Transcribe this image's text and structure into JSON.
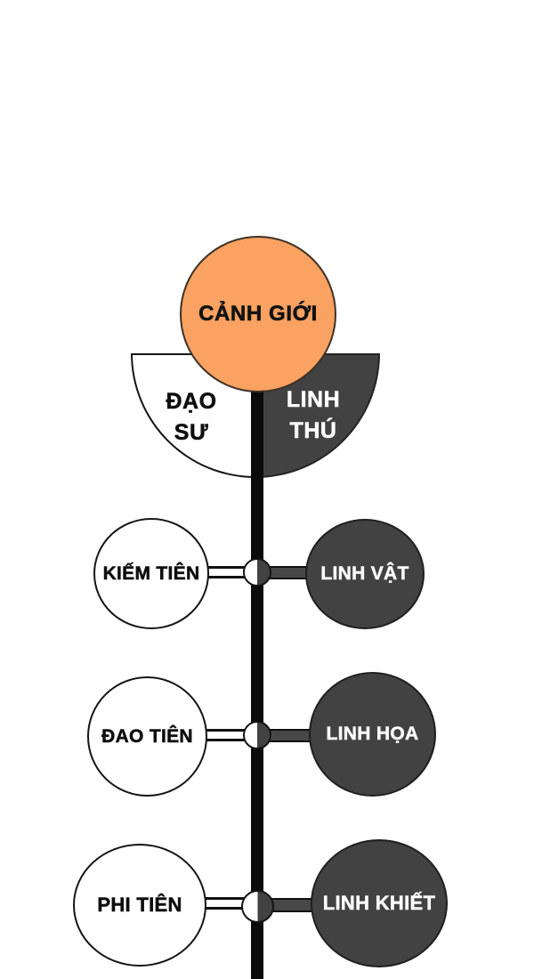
{
  "diagram": {
    "root": {
      "label": "CẢNH GIỚI"
    },
    "left_branch": {
      "line1": "ĐẠO",
      "line2": "SƯ"
    },
    "right_branch": {
      "line1": "LINH",
      "line2": "THÚ"
    },
    "rows": [
      {
        "left": "KIẾM TIÊN",
        "right": "LINH VẬT"
      },
      {
        "left": "ĐAO TIÊN",
        "right": "LINH HỌA"
      },
      {
        "left": "PHI TIÊN",
        "right": "LINH KHIẾT"
      }
    ],
    "colors": {
      "root_fill": "#F9A262",
      "dark_fill": "#424242",
      "trunk_line": "#0b0b0b",
      "light_fill": "#ffffff",
      "outline": "#141414"
    }
  }
}
